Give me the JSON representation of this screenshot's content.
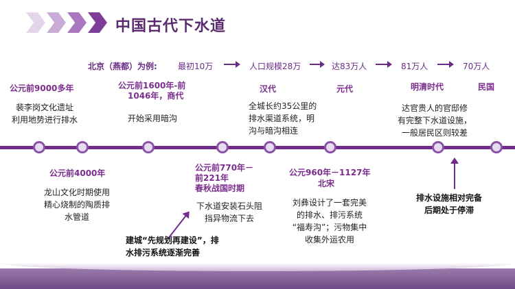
{
  "title": "中国古代下水道",
  "beijing": {
    "lead": "北京（燕都）为例:",
    "steps": [
      "最初10万",
      "人口规模28万",
      "达83万人",
      "81万人",
      "70万人"
    ]
  },
  "upper_events": [
    {
      "era": "公元前9000多年",
      "desc": [
        "裴李岗文化遗址",
        "利用地势进行排水"
      ]
    },
    {
      "era": [
        "公元前1600年-前",
        "1046年，商代"
      ],
      "desc": [
        "开始采用暗沟"
      ]
    },
    {
      "era": "汉代",
      "desc": [
        "全城长约35公里的",
        "排水渠道系统，明",
        "沟与暗沟相连"
      ]
    },
    {
      "era": "元代",
      "desc": []
    },
    {
      "era": "明清时代",
      "desc": [
        "达官贵人的官邸修",
        "有完整下水道设施，",
        "一般居民区则较差"
      ]
    },
    {
      "era": "民国",
      "desc": []
    }
  ],
  "lower_events": [
    {
      "era": "公元前4000年",
      "desc": [
        "龙山文化时期使用",
        "精心烧制的陶质排",
        "水管道"
      ]
    },
    {
      "era": [
        "公元前770年－",
        "前221年",
        "春秋战国时期"
      ],
      "desc": [
        "下水道安装石头阻",
        "挡异物流下去"
      ]
    },
    {
      "era": [
        "公元960年－1127年",
        "北宋"
      ],
      "desc": [
        "刘彝设计了一套完美",
        "的排水、排污系统",
        "“福寿沟”；污物集中",
        "收集外运农用"
      ]
    }
  ],
  "callouts": {
    "planning": [
      "建城“先规划再建设”，排",
      "水排污系统逐渐完善"
    ],
    "stagnation": [
      "排水设施相对完备",
      "后期处于停滞"
    ]
  },
  "colors": {
    "accent": "#6f2c8a",
    "chevrons": [
      "#e3d5ea",
      "#c9acd6",
      "#a877bd",
      "#7d3e98"
    ]
  }
}
